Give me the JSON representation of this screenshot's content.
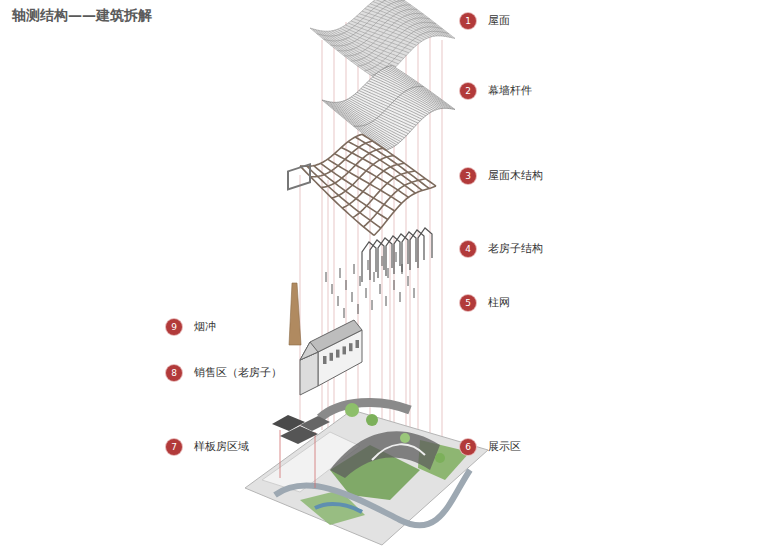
{
  "diagram": {
    "title": "轴测结构——建筑拆解",
    "nodes": [
      {
        "text": [
          "1",
          "屋面"
        ]
      },
      {
        "text": [
          "2",
          "幕墙杆件"
        ]
      },
      {
        "text": [
          "3",
          "屋面木结构"
        ]
      },
      {
        "text": [
          "4",
          "老房子结构"
        ]
      },
      {
        "text": [
          "5",
          "柱网"
        ]
      },
      {
        "text": [
          "9",
          "烟冲"
        ]
      },
      {
        "text": [
          "8",
          "销售区（老房子）"
        ]
      },
      {
        "text": [
          "7",
          "样板房区域"
        ]
      },
      {
        "text": [
          "6",
          "展示区"
        ]
      }
    ]
  }
}
